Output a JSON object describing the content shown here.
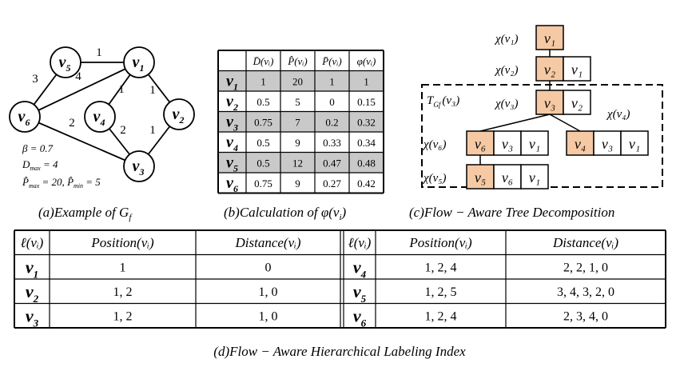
{
  "graph": {
    "nodes": [
      {
        "id": "v5",
        "base": "v",
        "sub": "5"
      },
      {
        "id": "v1",
        "base": "v",
        "sub": "1"
      },
      {
        "id": "v6",
        "base": "v",
        "sub": "6"
      },
      {
        "id": "v4",
        "base": "v",
        "sub": "4"
      },
      {
        "id": "v2",
        "base": "v",
        "sub": "2"
      },
      {
        "id": "v3",
        "base": "v",
        "sub": "3"
      }
    ],
    "edges": [
      {
        "from": "v5",
        "to": "v1",
        "label": "1"
      },
      {
        "from": "v5",
        "to": "v6",
        "label": "3"
      },
      {
        "from": "v6",
        "to": "v1",
        "label": "4"
      },
      {
        "from": "v6",
        "to": "v3",
        "label": "2"
      },
      {
        "from": "v4",
        "to": "v1",
        "label": "1"
      },
      {
        "from": "v4",
        "to": "v3",
        "label": "2"
      },
      {
        "from": "v1",
        "to": "v2",
        "label": "1"
      },
      {
        "from": "v2",
        "to": "v3",
        "label": "1"
      }
    ],
    "params": {
      "beta": "β = 0.7",
      "dmax_prefix": "D",
      "dmax_sub": "max",
      "dmax_rest": " = 4",
      "pmax_prefix": "P̂",
      "pmax_sub": "max",
      "pmax_rest": " = 20, ",
      "pmin_prefix": "P̂",
      "pmin_sub": "min",
      "pmin_rest": " = 5"
    }
  },
  "calc_table": {
    "headers": [
      "",
      "D̄(vᵢ)",
      "P̂(vᵢ)",
      "P̄(vᵢ)",
      "φ(vᵢ)"
    ],
    "rows": [
      {
        "node": "v",
        "sub": "1",
        "shaded": true,
        "values": [
          "1",
          "20",
          "1",
          "1"
        ]
      },
      {
        "node": "v",
        "sub": "2",
        "shaded": false,
        "values": [
          "0.5",
          "5",
          "0",
          "0.15"
        ]
      },
      {
        "node": "v",
        "sub": "3",
        "shaded": true,
        "values": [
          "0.75",
          "7",
          "0.2",
          "0.32"
        ]
      },
      {
        "node": "v",
        "sub": "4",
        "shaded": false,
        "values": [
          "0.5",
          "9",
          "0.33",
          "0.34"
        ]
      },
      {
        "node": "v",
        "sub": "5",
        "shaded": true,
        "values": [
          "0.5",
          "12",
          "0.47",
          "0.48"
        ]
      },
      {
        "node": "v",
        "sub": "6",
        "shaded": false,
        "values": [
          "0.75",
          "9",
          "0.27",
          "0.42"
        ]
      }
    ]
  },
  "tree": {
    "subtree_label": "T",
    "subtree_label_sub": "Gf",
    "subtree_label_arg": "(v₃)",
    "bags": [
      {
        "id": "b1",
        "label": "χ(v₁)",
        "cells": [
          "v₁"
        ]
      },
      {
        "id": "b2",
        "label": "χ(v₂)",
        "cells": [
          "v₂",
          "v₁"
        ]
      },
      {
        "id": "b3",
        "label": "χ(v₃)",
        "cells": [
          "v₃",
          "v₂"
        ]
      },
      {
        "id": "b6",
        "label": "χ(v₆)",
        "cells": [
          "v₆",
          "v₃",
          "v₁"
        ]
      },
      {
        "id": "b4",
        "label": "χ(v₄)",
        "cells": [
          "v₄",
          "v₃",
          "v₁"
        ]
      },
      {
        "id": "b5",
        "label": "χ(v₅)",
        "cells": [
          "v₅",
          "v₆",
          "v₁"
        ]
      }
    ],
    "highlight_color": "#f5c9a4"
  },
  "captions": {
    "a": "(a)Example of  G",
    "a_sub": "f",
    "b": "(b)Calculation of  φ(v",
    "b_sub": "i",
    "b_end": ")",
    "c": "(c)Flow − Aware Tree Decomposition",
    "d": "(d)Flow − Aware Hierarchical Labeling Index"
  },
  "label_table": {
    "headers": [
      "ℓ(vᵢ)",
      "Position(vᵢ)",
      "Distance(vᵢ)",
      "ℓ(vᵢ)",
      "Position(vᵢ)",
      "Distance(vᵢ)"
    ],
    "rows": [
      {
        "left": {
          "node": "v",
          "sub": "1",
          "position": "1",
          "distance": "0"
        },
        "right": {
          "node": "v",
          "sub": "4",
          "position": "1, 2, 4",
          "distance": "2, 2, 1, 0"
        }
      },
      {
        "left": {
          "node": "v",
          "sub": "2",
          "position": "1, 2",
          "distance": "1, 0"
        },
        "right": {
          "node": "v",
          "sub": "5",
          "position": "1, 2, 5",
          "distance": "3, 4, 3, 2, 0"
        }
      },
      {
        "left": {
          "node": "v",
          "sub": "3",
          "position": "1, 2",
          "distance": "1, 0"
        },
        "right": {
          "node": "v",
          "sub": "6",
          "position": "1, 2, 4",
          "distance": "2, 3, 4, 0"
        }
      }
    ]
  }
}
